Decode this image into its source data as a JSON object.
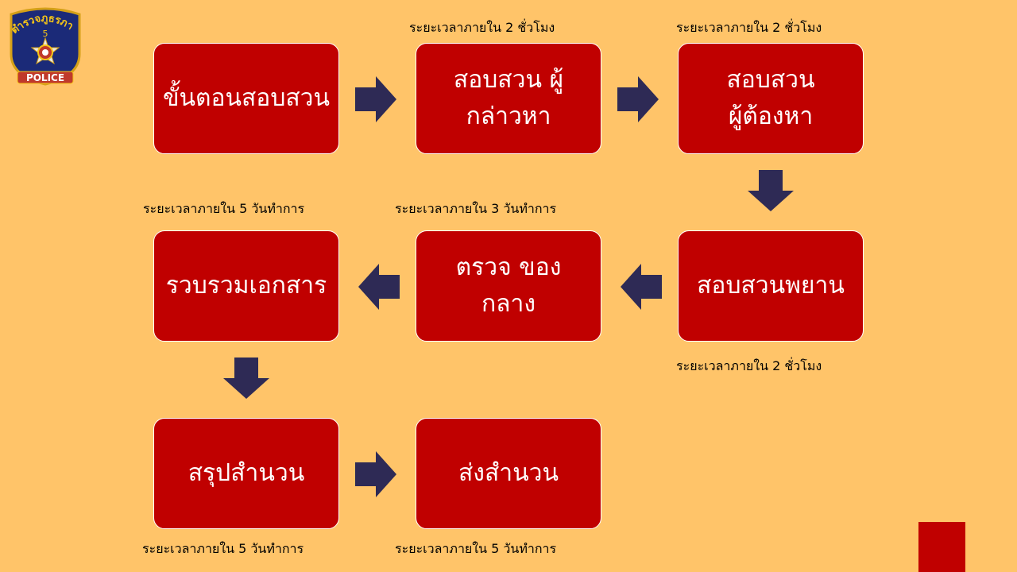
{
  "colors": {
    "background": "#FFC469",
    "step_box": "#C00000",
    "arrow": "#2E2A55"
  },
  "logo": {
    "arc_text": "ตำรวจภูธรภาค",
    "number": "5",
    "badge_text": "POLICE"
  },
  "steps": [
    {
      "label": "ขั้นตอนสอบสวน"
    },
    {
      "label": "สอบสวน  ผู้\nกล่าวหา"
    },
    {
      "label": "สอบสวน\nผู้ต้องหา"
    },
    {
      "label": "สอบสวนพยาน"
    },
    {
      "label": "ตรวจ   ของ\nกลาง"
    },
    {
      "label": "รวบรวมเอกสาร"
    },
    {
      "label": "สรุปสำนวน"
    },
    {
      "label": "ส่งสำนวน"
    }
  ],
  "durations": [
    "ระยะเวลาภายใน 2 ชั่วโมง",
    "ระยะเวลาภายใน 2 ชั่วโมง",
    "ระยะเวลาภายใน 2 ชั่วโมง",
    "ระยะเวลาภายใน 3 วันทำการ",
    "ระยะเวลาภายใน 5 วันทำการ",
    "ระยะเวลาภายใน 5 วันทำการ",
    "ระยะเวลาภายใน 5 วันทำการ"
  ],
  "arrows": [
    "right",
    "right",
    "down",
    "left",
    "left",
    "down",
    "right"
  ]
}
